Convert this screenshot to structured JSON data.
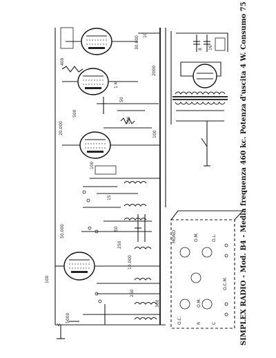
{
  "caption": "SIMPLEX RADIO - Mod. B4 - Media frequenza 460 kc. Potenza d'uscita 4 W. Consumo 75 W.",
  "ground_label": "V",
  "labels": {
    "r1": "5000",
    "r2": "100",
    "r3": "50.000",
    "r4": "10.000",
    "r5": "250",
    "r6": "20.000",
    "r7": "1 M",
    "r8": "400",
    "r9": "30.000",
    "r10": "100",
    "r11": "2000",
    "r12": "100",
    "c1": "10",
    "c2": "50",
    "c3": "100",
    "c4": "500",
    "c5": "16",
    "c6": "8",
    "c7": "15",
    "c8": "250",
    "c9": "50",
    "c10": "300"
  },
  "switch_panel": {
    "title": "MONO",
    "left": [
      "O.C.",
      "R",
      "C"
    ],
    "right": [
      "O.M.",
      "O.L.",
      "O.M."
    ],
    "bottom": "O.C.M."
  }
}
